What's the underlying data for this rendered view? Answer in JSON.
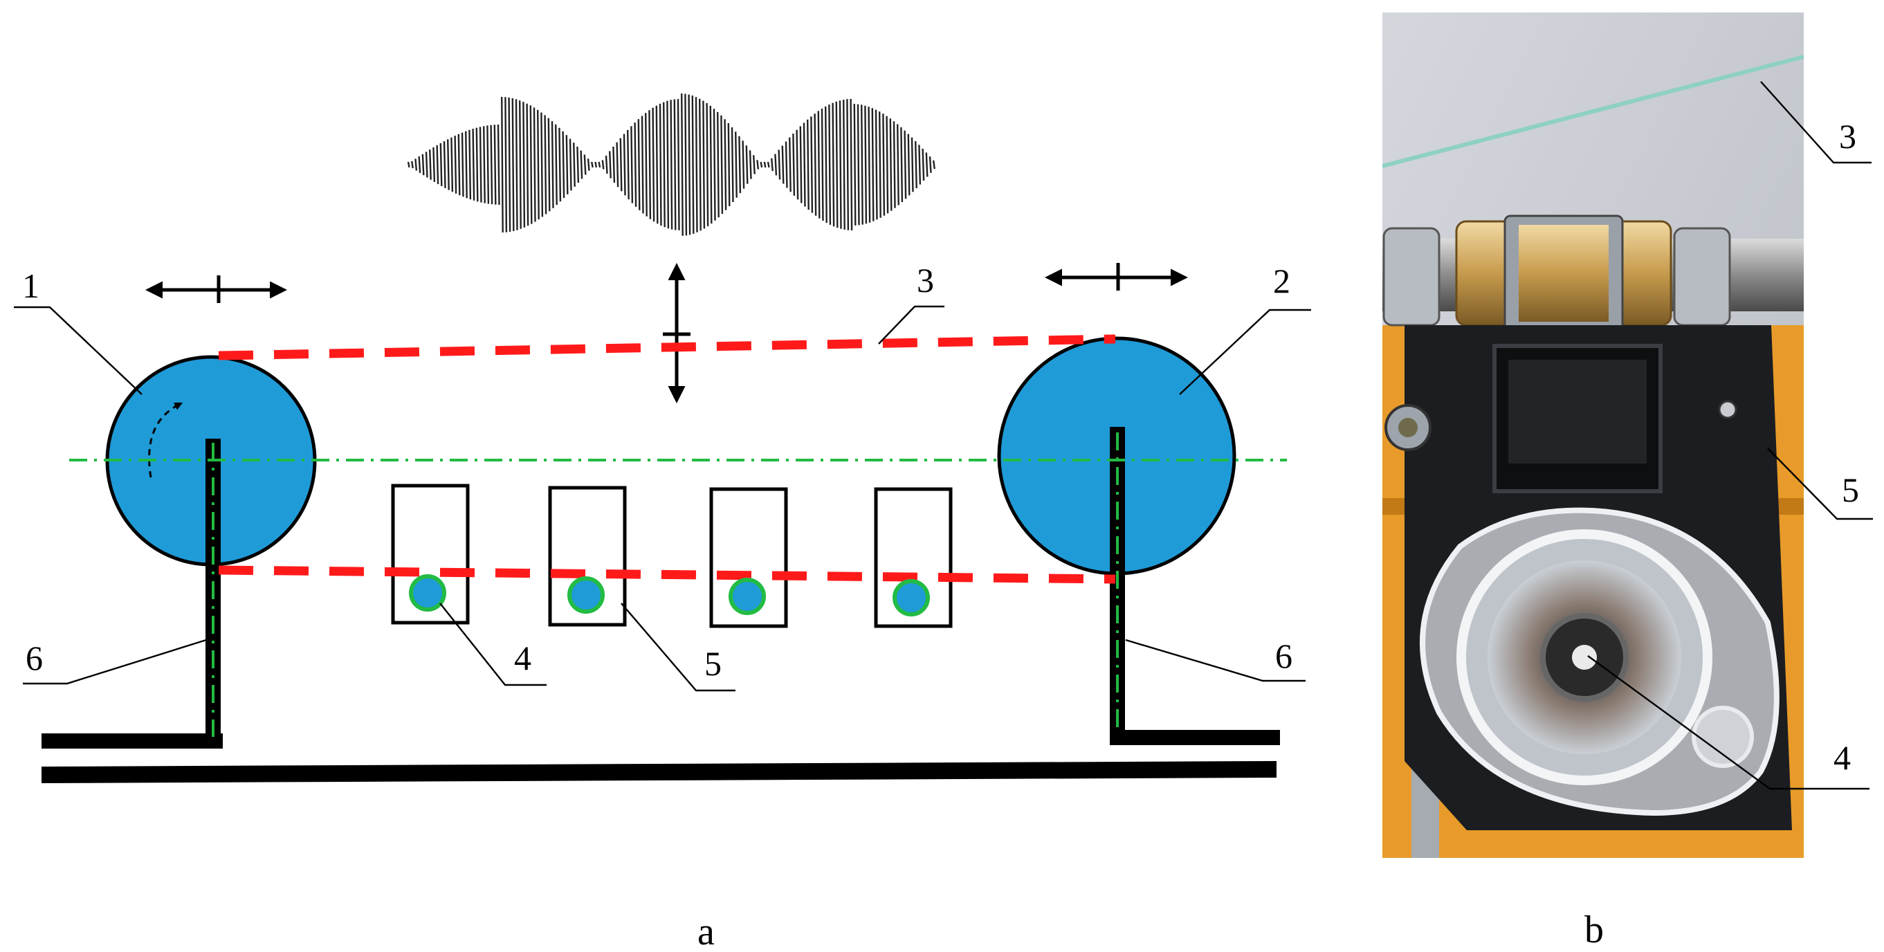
{
  "panels": {
    "a": {
      "caption": "a"
    },
    "b": {
      "caption": "b"
    }
  },
  "labels_a": {
    "unwind_reel": "1",
    "rewind_reel": "2",
    "yarn": "3",
    "sensor": "4",
    "guide_slot": "5",
    "stand_left": "6",
    "stand_right": "6"
  },
  "labels_b": {
    "yarn": "3",
    "housing": "5",
    "sensor": "4"
  },
  "colors": {
    "reel_fill": "#1f9bd8",
    "yarn_dash": "#ff1a1a",
    "axis_dash": "#22bb44",
    "sensor_ring": "#22bb44",
    "ink": "#000000"
  }
}
